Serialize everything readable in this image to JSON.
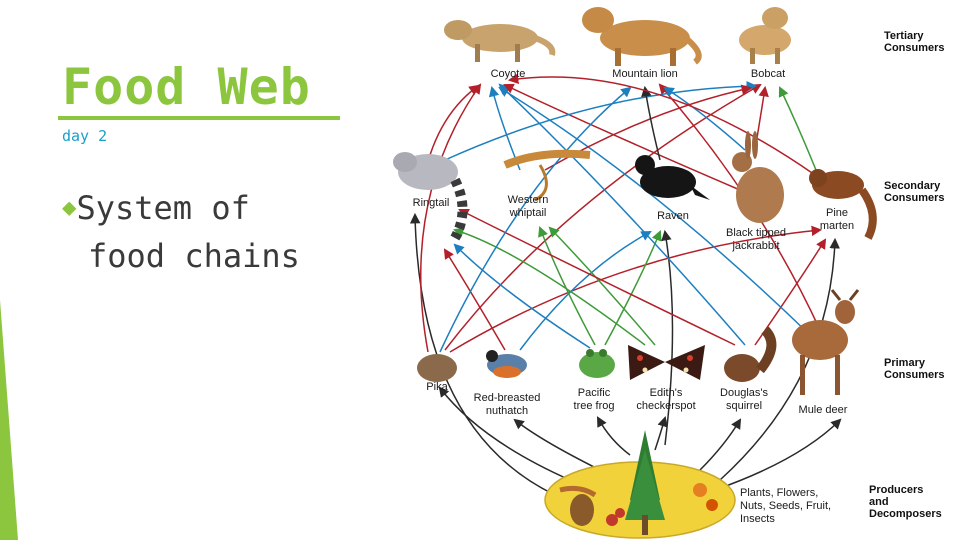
{
  "slide": {
    "title": "Food Web",
    "subtitle": "day 2",
    "bullet_line1": "System of",
    "bullet_line2": "food chains"
  },
  "levels": {
    "tertiary": [
      "Tertiary",
      "Consumers"
    ],
    "secondary": [
      "Secondary",
      "Consumers"
    ],
    "primary": [
      "Primary",
      "Consumers"
    ],
    "producers": [
      "Producers",
      "and",
      "Decomposers"
    ]
  },
  "organisms": {
    "coyote": [
      "Coyote"
    ],
    "mountain_lion": [
      "Mountain lion"
    ],
    "bobcat": [
      "Bobcat"
    ],
    "ringtail": [
      "Ringtail"
    ],
    "whiptail": [
      "Western",
      "whiptail"
    ],
    "raven": [
      "Raven"
    ],
    "jackrabbit": [
      "Black tipped",
      "jackrabbit"
    ],
    "marten": [
      "Pine",
      "marten"
    ],
    "pika": [
      "Pika"
    ],
    "nuthatch": [
      "Red-breasted",
      "nuthatch"
    ],
    "treefrog": [
      "Pacific",
      "tree frog"
    ],
    "checkerspot": [
      "Edith's",
      "checkerspot"
    ],
    "squirrel": [
      "Douglas's",
      "squirrel"
    ],
    "deer": [
      "Mule deer"
    ],
    "producers": [
      "Plants, Flowers,",
      "Nuts, Seeds, Fruit,",
      "Insects"
    ]
  },
  "colors": {
    "accent": "#8cc63e",
    "subtitle": "#1aa1c9",
    "arrow_red": "#b3202a",
    "arrow_blue": "#1d7fbf",
    "arrow_green": "#3f9a3a",
    "arrow_dark": "#2a2a2a"
  },
  "icons": [
    "coyote-icon",
    "mountain-lion-icon",
    "bobcat-icon",
    "ringtail-icon",
    "whiptail-icon",
    "raven-icon",
    "jackrabbit-icon",
    "marten-icon",
    "pika-icon",
    "nuthatch-icon",
    "treefrog-icon",
    "checkerspot-icon",
    "squirrel-icon",
    "deer-icon",
    "producers-icon"
  ]
}
